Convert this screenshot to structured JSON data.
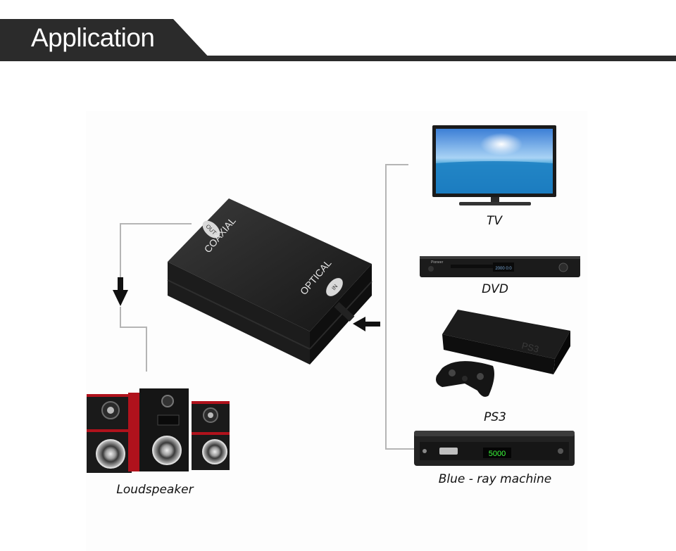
{
  "header": {
    "title": "Application"
  },
  "device": {
    "coaxial_label": "COAXIAL",
    "out_port": "OUT",
    "optical_label": "OPTICAL",
    "in_port": "IN"
  },
  "sources": [
    {
      "label": "TV"
    },
    {
      "label": "DVD"
    },
    {
      "label": "PS3"
    },
    {
      "label": "Blue - ray machine"
    }
  ],
  "output": {
    "label": "Loudspeaker"
  },
  "dvd_brand": "Pioneer",
  "dvd_display": "2000 0:0",
  "receiver_display": "5000",
  "ps3_logo": "PS3"
}
